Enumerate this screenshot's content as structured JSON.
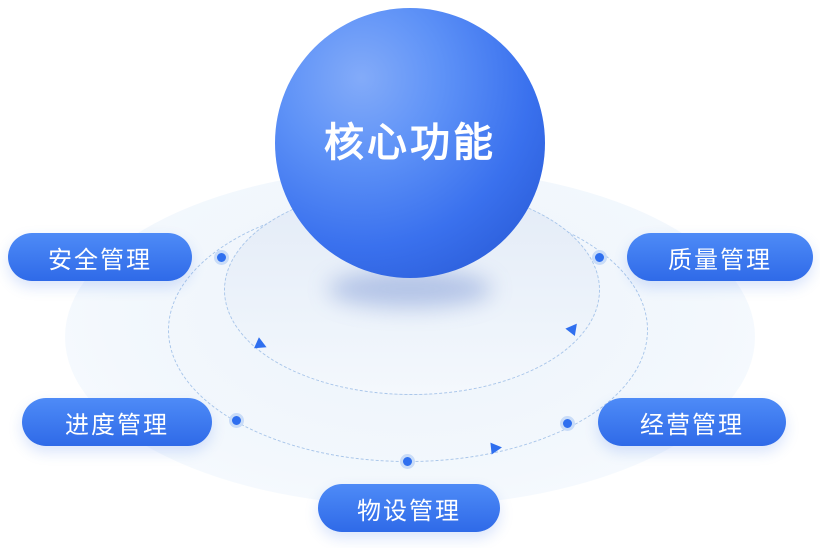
{
  "diagram": {
    "title": "核心功能",
    "nodes": [
      {
        "id": "safety",
        "label": "安全管理",
        "position": "upper-left"
      },
      {
        "id": "quality",
        "label": "质量管理",
        "position": "upper-right"
      },
      {
        "id": "progress",
        "label": "进度管理",
        "position": "lower-left"
      },
      {
        "id": "operation",
        "label": "经营管理",
        "position": "lower-right"
      },
      {
        "id": "equipment",
        "label": "物设管理",
        "position": "bottom-center"
      }
    ],
    "colors": {
      "sphere_highlight": "#83ABF9",
      "sphere_base": "#2A5CD8",
      "pill_top": "#4E8BF7",
      "pill_bottom": "#2F6AE8",
      "orbit_line": "#A9C6EA",
      "dot_fill": "#2F6FEF",
      "dot_ring": "#C9DCF8",
      "platform_fill": "#EDF3FB",
      "text": "#FFFFFF"
    }
  }
}
